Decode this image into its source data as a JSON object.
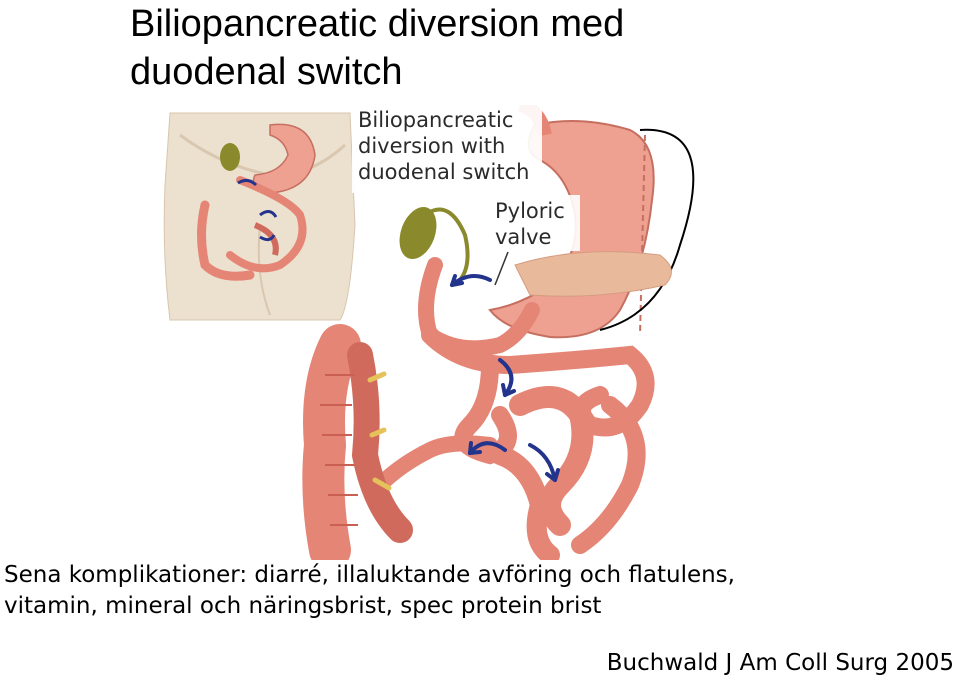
{
  "title": {
    "line1": "Biliopancreatic diversion med",
    "line2": "duodenal switch"
  },
  "figure": {
    "label_line1": "Biliopancreatic",
    "label_line2": "diversion with",
    "label_line3": "duodenal switch",
    "pyloric_line1": "Pyloric",
    "pyloric_line2": "valve",
    "colors": {
      "skin": "#ece0cf",
      "stomach": "#eea190",
      "intestine": "#e58576",
      "gallbladder": "#8a8a2c",
      "arrow": "#23348c",
      "pancreas": "#e9b99c"
    }
  },
  "text": {
    "line1": "Sena komplikationer: diarré, illaluktande avföring och flatulens,",
    "line2": "vitamin, mineral och näringsbrist, spec protein brist"
  },
  "citation": "Buchwald J Am Coll Surg 2005"
}
